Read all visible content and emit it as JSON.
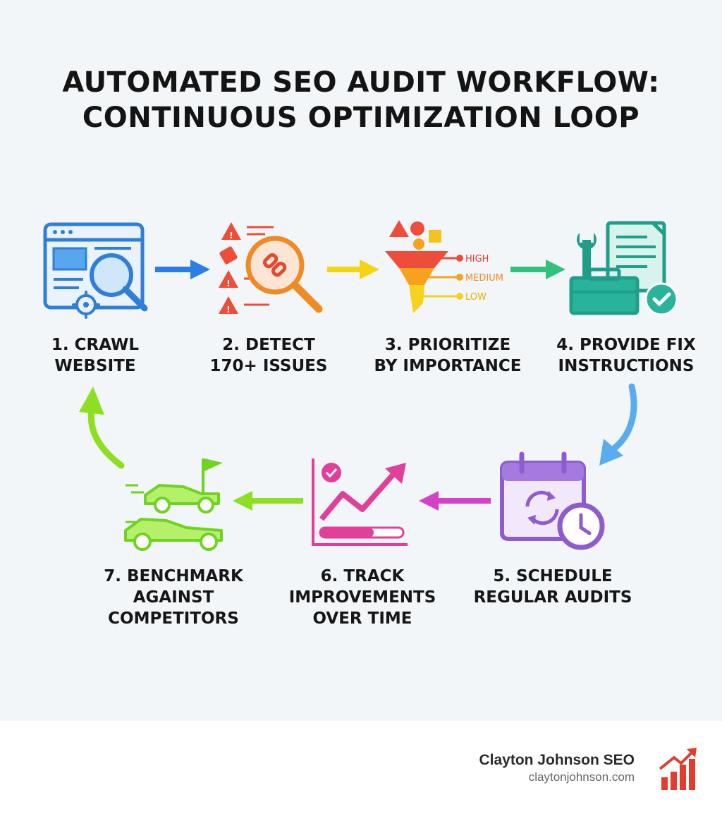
{
  "title": {
    "line1": "AUTOMATED SEO AUDIT WORKFLOW:",
    "line2": "CONTINUOUS OPTIMIZATION LOOP"
  },
  "steps": [
    {
      "line1": "1. CRAWL",
      "line2": "WEBSITE",
      "icon": "browser-magnifier-gear-icon"
    },
    {
      "line1": "2. DETECT",
      "line2": "170+ ISSUES",
      "icon": "warning-magnifier-link-icon"
    },
    {
      "line1": "3. PRIORITIZE",
      "line2": "BY IMPORTANCE",
      "icon": "funnel-priority-icon"
    },
    {
      "line1": "4. PROVIDE FIX",
      "line2": "INSTRUCTIONS",
      "icon": "toolbox-wrench-document-icon"
    },
    {
      "line1": "5. SCHEDULE",
      "line2": "REGULAR AUDITS",
      "icon": "calendar-clock-icon"
    },
    {
      "line1": "6. TRACK",
      "line2": "IMPROVEMENTS",
      "line3": "OVER TIME",
      "icon": "growth-chart-icon"
    },
    {
      "line1": "7. BENCHMARK",
      "line2": "AGAINST",
      "line3": "COMPETITORS",
      "icon": "race-cars-flag-icon"
    }
  ],
  "priority_levels": [
    "HIGH",
    "MEDIUM",
    "LOW"
  ],
  "colors": {
    "step1": "#2f7fd8",
    "step2": "#ee4d3a",
    "step3": "#f6a21e",
    "step4": "#1f9e8a",
    "step5": "#8e5bd0",
    "step6": "#e0409a",
    "step7": "#6fd320"
  },
  "footer": {
    "name": "Clayton Johnson SEO",
    "url": "claytonjohnson.com",
    "logo": "bar-chart-trend-logo-icon"
  }
}
